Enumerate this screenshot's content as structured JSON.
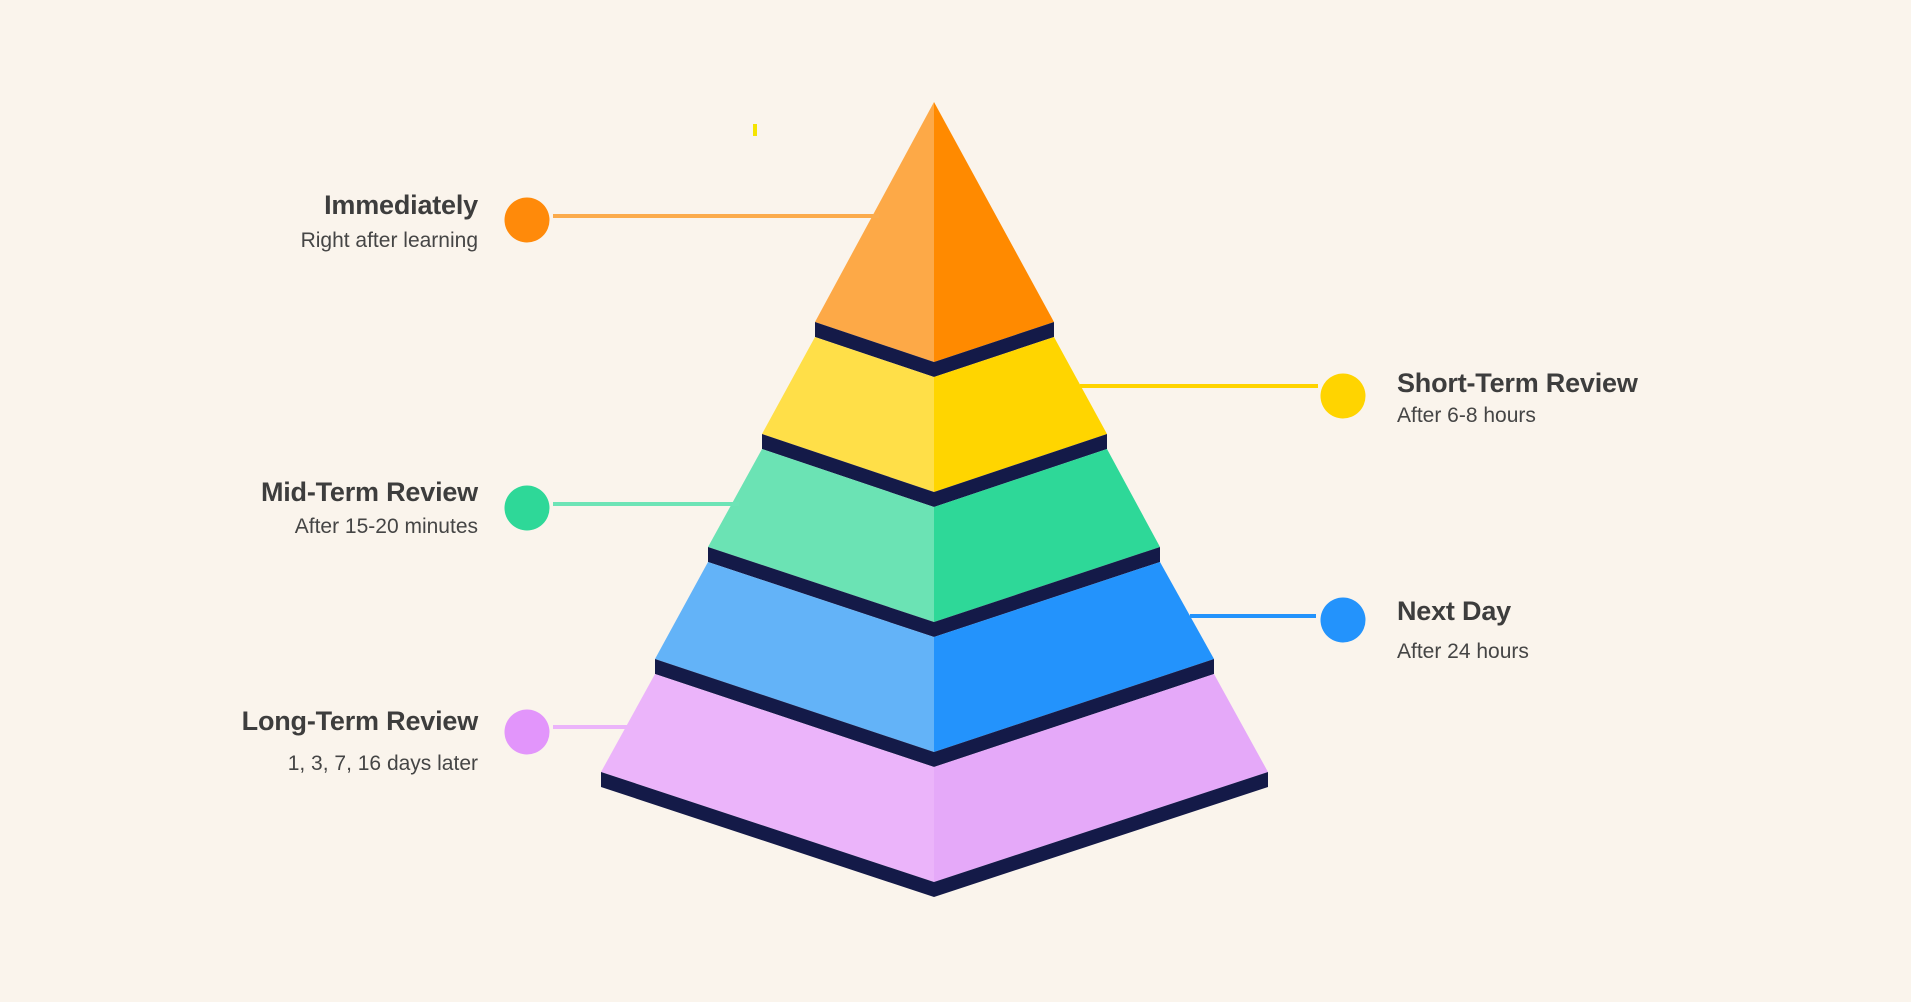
{
  "diagram": {
    "type": "pyramid",
    "title": "",
    "colors": {
      "background": "#faf4ec",
      "separator": "#141a48",
      "text_title": "#3d3d3d",
      "text_sub": "#454545"
    },
    "levels": [
      {
        "id": "immediately",
        "title": "Immediately",
        "subtitle": "Right after learning",
        "side": "left",
        "color_light": "#fda947",
        "color_dark": "#ff8a00",
        "dot_color": "#ff8a0a",
        "line_color": "#fbab4c"
      },
      {
        "id": "short-term",
        "title": "Short-Term Review",
        "subtitle": "After 6-8 hours",
        "side": "right",
        "color_light": "#ffdf48",
        "color_dark": "#ffd500",
        "dot_color": "#ffd400",
        "line_color": "#ffd400"
      },
      {
        "id": "mid-term",
        "title": "Mid-Term Review",
        "subtitle": "After 15-20 minutes",
        "side": "left",
        "color_light": "#6be3b4",
        "color_dark": "#2ed898",
        "dot_color": "#2ed898",
        "line_color": "#6de4b6"
      },
      {
        "id": "next-day",
        "title": "Next Day",
        "subtitle": "After 24 hours",
        "side": "right",
        "color_light": "#63b3f8",
        "color_dark": "#2393fc",
        "dot_color": "#2393fc",
        "line_color": "#2393fc"
      },
      {
        "id": "long-term",
        "title": "Long-Term Review",
        "subtitle": "1, 3, 7, 16 days later",
        "side": "left",
        "color_light": "#ebb4fa",
        "color_dark": "#e5a9f9",
        "dot_color": "#e295fb",
        "line_color": "#ebb4fa"
      }
    ]
  }
}
